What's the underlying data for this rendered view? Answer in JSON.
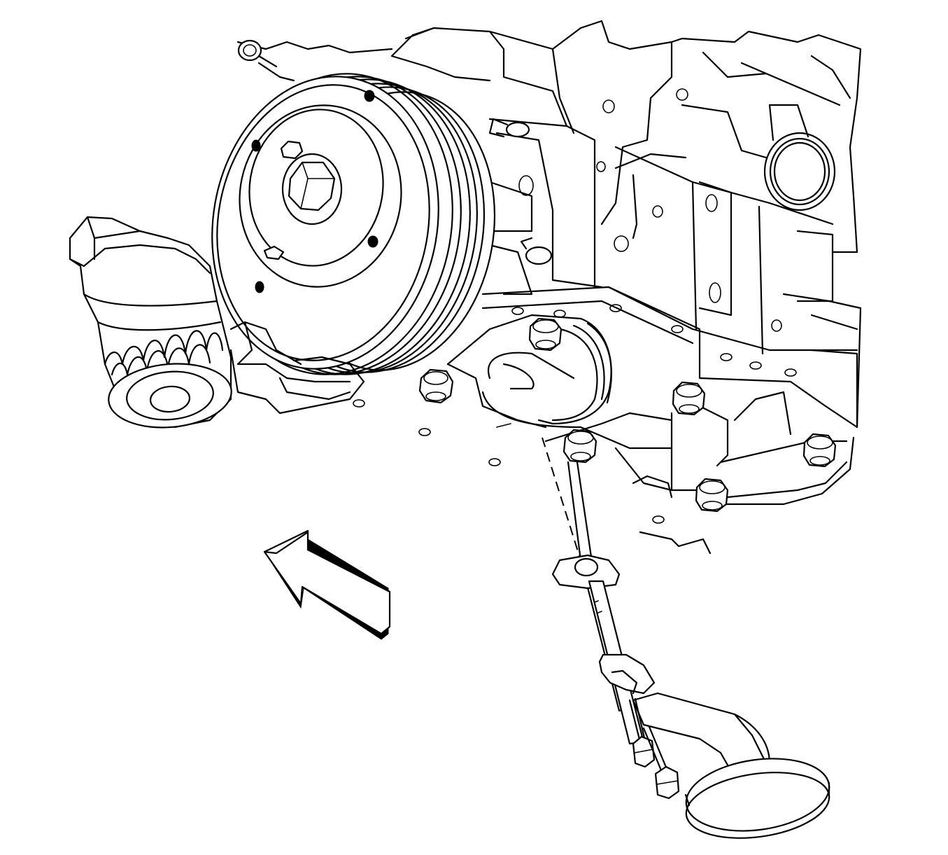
{
  "figure": {
    "kind": "exploded line drawing",
    "subject_parts": [
      "crankshaft-balancer",
      "oil-filter",
      "oil-pan-bolt",
      "oil-pump-screen",
      "oil-pump-screen-bolt",
      "oil-pump-screen-o-ring",
      "view-direction-arrow"
    ],
    "line_color": "#000000",
    "background_color": "#ffffff",
    "printed_text": []
  }
}
